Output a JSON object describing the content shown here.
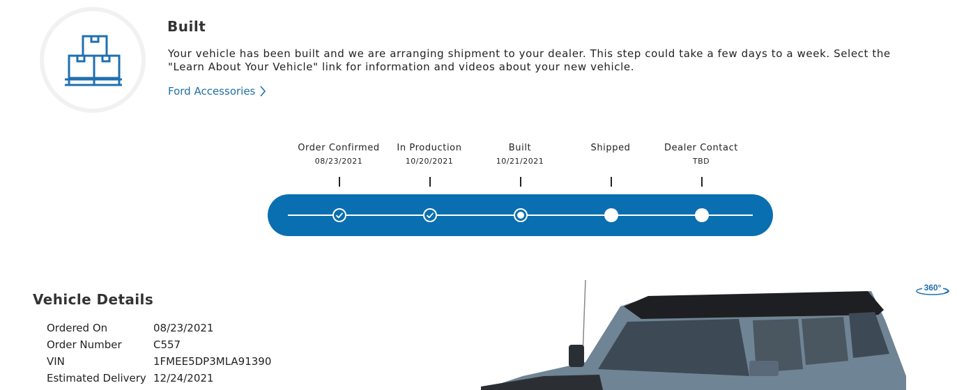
{
  "status": {
    "title": "Built",
    "description": "Your vehicle has been built and we are arranging shipment to your dealer. This step could take a few days to a week. Select the \"Learn About Your Vehicle\" link for information and videos about your new vehicle.",
    "link_label": "Ford Accessories",
    "icon": "boxes-on-pallet-icon"
  },
  "tracker": {
    "steps": [
      {
        "name": "Order Confirmed",
        "date": "08/23/2021",
        "state": "complete"
      },
      {
        "name": "In Production",
        "date": "10/20/2021",
        "state": "complete"
      },
      {
        "name": "Built",
        "date": "10/21/2021",
        "state": "current"
      },
      {
        "name": "Shipped",
        "date": "",
        "state": "pending"
      },
      {
        "name": "Dealer Contact",
        "date": "TBD",
        "state": "pending"
      }
    ]
  },
  "details": {
    "title": "Vehicle Details",
    "rows": [
      {
        "label": "Ordered On",
        "value": "08/23/2021"
      },
      {
        "label": "Order Number",
        "value": "C557"
      },
      {
        "label": "VIN",
        "value": "1FMEE5DP3MLA91390"
      },
      {
        "label": "Estimated Delivery",
        "value": "12/24/2021"
      }
    ]
  },
  "viewer": {
    "badge_label": "360°"
  },
  "colors": {
    "brand_blue": "#0a6fb0",
    "link_blue": "#1f6fa6",
    "text": "#222222"
  }
}
